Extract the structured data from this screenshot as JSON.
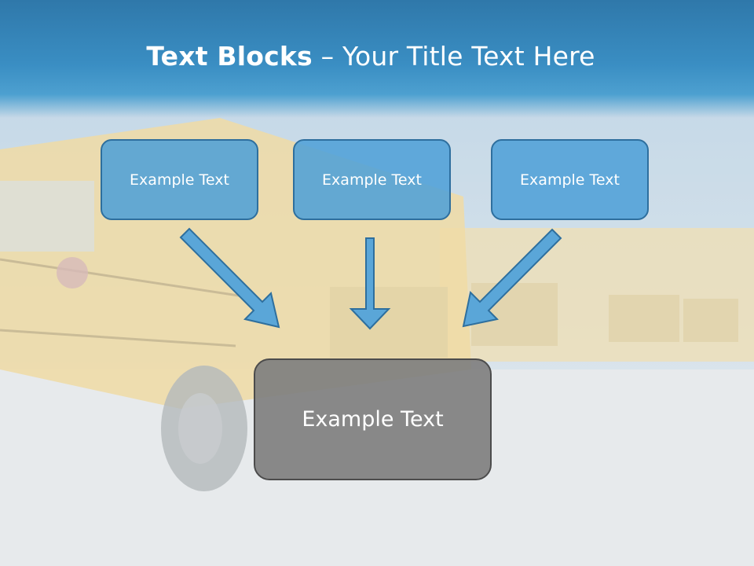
{
  "slide": {
    "title_bold": "Text Blocks",
    "title_separator": "–",
    "title_rest": "Your Title Text Here"
  },
  "blocks": [
    {
      "label": "Example Text"
    },
    {
      "label": "Example Text"
    },
    {
      "label": "Example Text"
    }
  ],
  "target": {
    "label": "Example Text"
  },
  "colors": {
    "title_band": "#3a8ec3",
    "block_fill": "#50a0d7",
    "block_border": "#2e6f9e",
    "target_fill": "#808080",
    "arrow_fill": "#5aa6d8"
  },
  "background_image": "school-buses-photo"
}
